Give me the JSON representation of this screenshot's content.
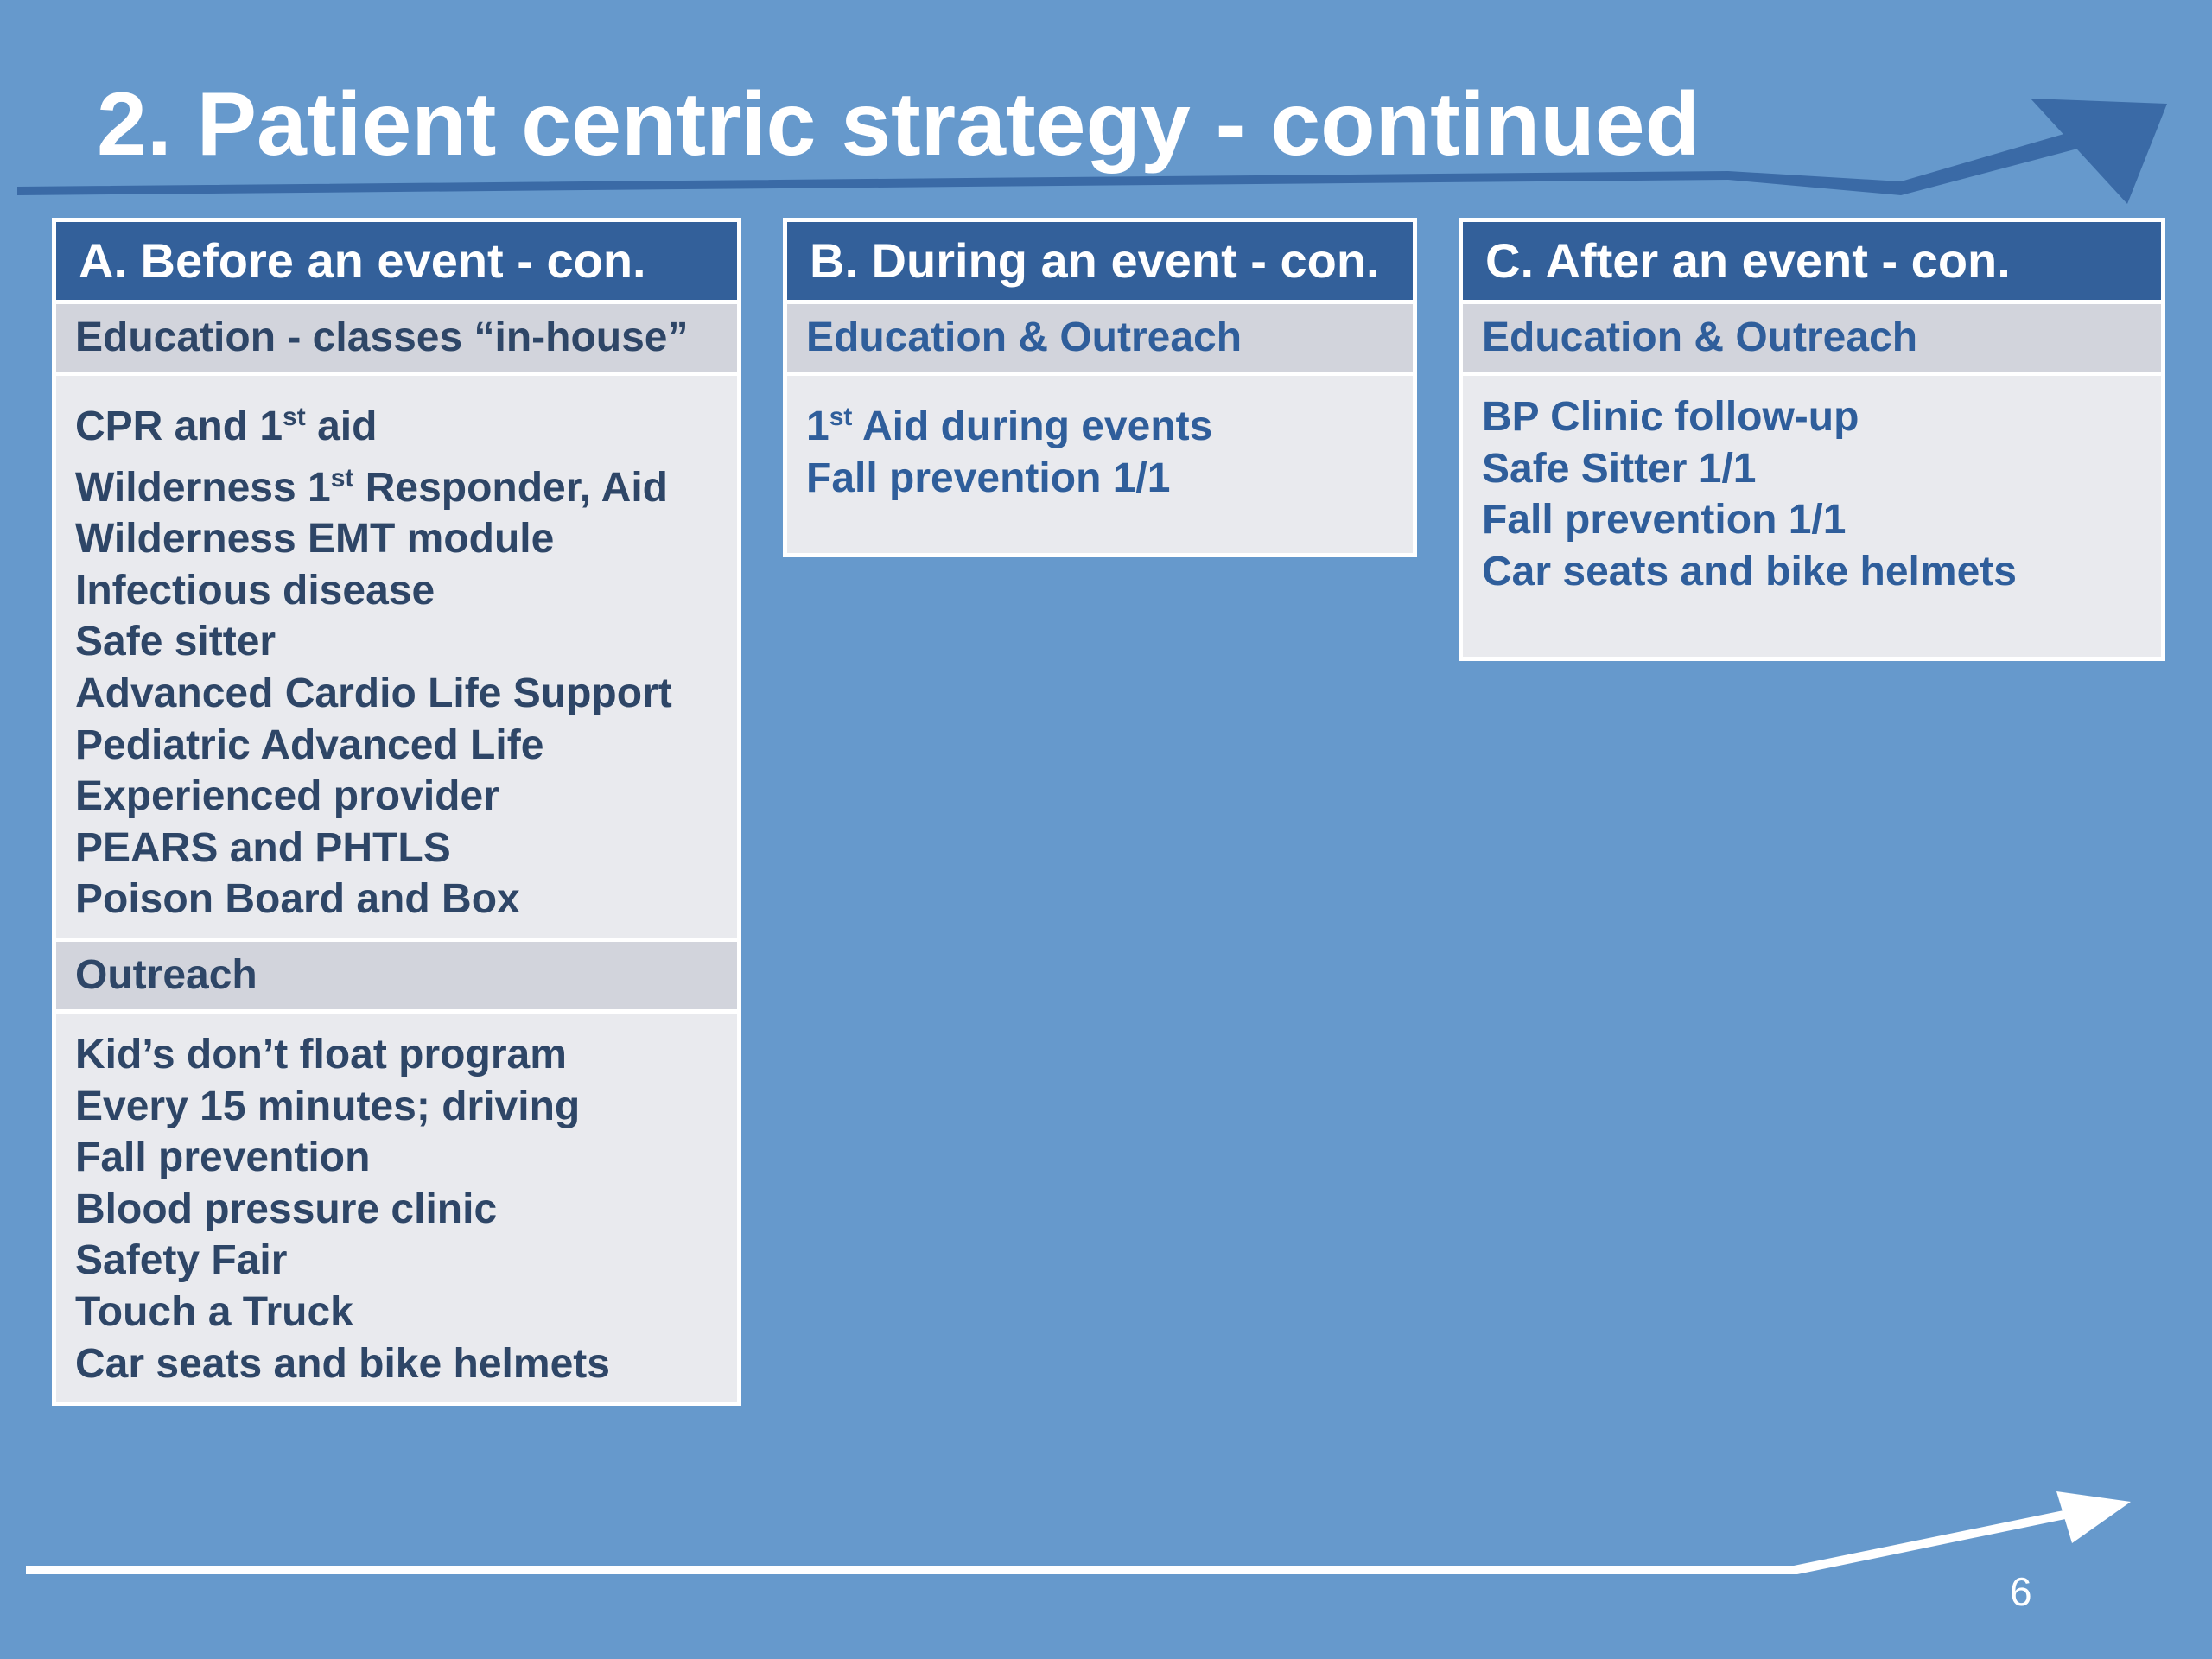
{
  "title": "2. Patient centric strategy - continued",
  "page_number": "6",
  "colors": {
    "background": "#6699cc",
    "header_bar": "#33609a",
    "section_title_bg": "#d2d4dc",
    "section_body_bg": "#e9eaee",
    "dark_text": "#2e4667",
    "blue_text": "#2f5e9b",
    "arrow_dark": "#3a6aa6",
    "arrow_white": "#ffffff"
  },
  "columns": [
    {
      "header": "A. Before an event - con.",
      "sections": [
        {
          "title": "Education - classes “in-house”",
          "items": [
            {
              "pre": "CPR  and 1",
              "sup": "st",
              "post": " aid"
            },
            {
              "pre": "Wilderness 1",
              "sup": "st",
              "post": " Responder, Aid"
            },
            {
              "text": "Wilderness EMT module"
            },
            {
              "text": "Infectious disease"
            },
            {
              "text": "Safe sitter"
            },
            {
              "text": "Advanced Cardio Life Support"
            },
            {
              "text": "Pediatric Advanced Life"
            },
            {
              "text": "Experienced provider"
            },
            {
              "text": "PEARS and PHTLS"
            },
            {
              "text": "Poison Board and Box"
            }
          ]
        },
        {
          "title": "Outreach",
          "items": [
            {
              "text": "Kid’s don’t float program"
            },
            {
              "text": "Every 15 minutes; driving"
            },
            {
              "text": "Fall prevention"
            },
            {
              "text": "Blood pressure clinic"
            },
            {
              "text": "Safety Fair"
            },
            {
              "text": "Touch a Truck"
            },
            {
              "text": "Car seats and bike helmets"
            }
          ]
        }
      ]
    },
    {
      "header": "B. During an event - con.",
      "sections": [
        {
          "title": "Education & Outreach",
          "items": [
            {
              "pre": "1",
              "sup": "st",
              "post": " Aid during events"
            },
            {
              "text": "Fall prevention 1/1"
            }
          ]
        }
      ]
    },
    {
      "header": "C. After an event - con.",
      "sections": [
        {
          "title": "Education & Outreach",
          "items": [
            {
              "text": "BP Clinic follow-up"
            },
            {
              "text": "Safe Sitter 1/1"
            },
            {
              "text": "Fall prevention 1/1"
            },
            {
              "text": "Car seats and bike helmets"
            }
          ]
        }
      ]
    }
  ]
}
